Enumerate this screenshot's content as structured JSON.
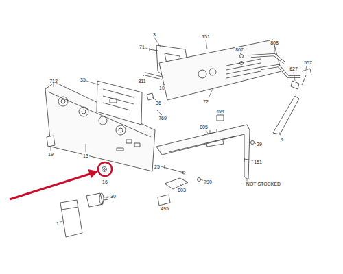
{
  "diagram": {
    "labels": [
      "3",
      "151",
      "808",
      "807",
      "71",
      "557",
      "627",
      "35",
      "811",
      "10",
      "712",
      "36",
      "72",
      "494",
      "769",
      "805",
      "19",
      "13",
      "29",
      "4",
      "151",
      "25",
      "16",
      "790",
      "803",
      "NOT STOCKED",
      "30",
      "495",
      "1"
    ]
  }
}
